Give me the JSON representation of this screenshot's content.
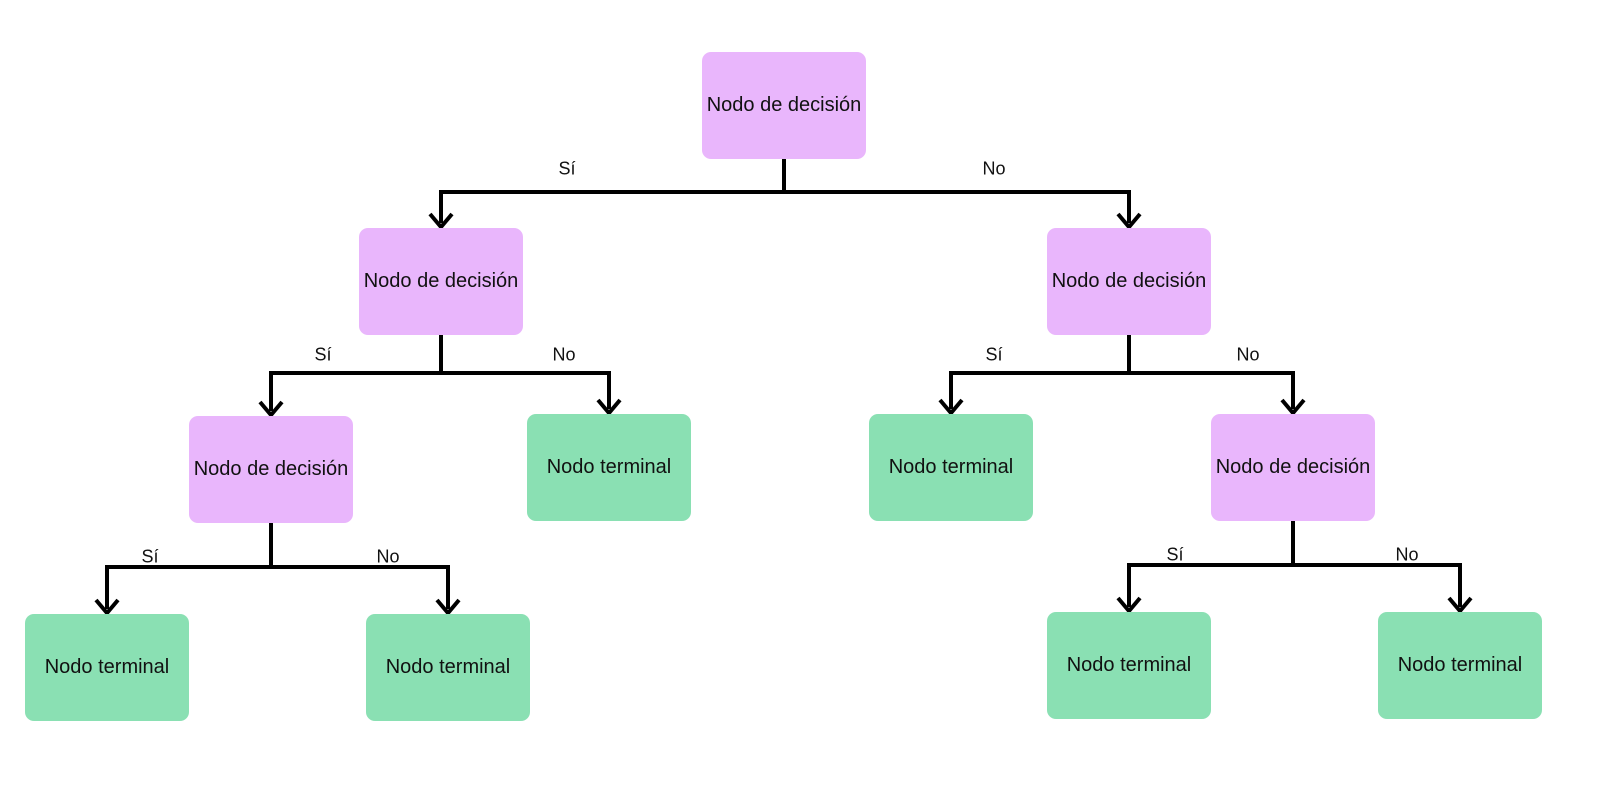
{
  "colors": {
    "decision": "#E9B6FC",
    "terminal": "#8AE0B3",
    "line": "#000000"
  },
  "nodes": {
    "root": {
      "label": "Nodo de decisión",
      "kind": "decision"
    },
    "l": {
      "label": "Nodo de decisión",
      "kind": "decision"
    },
    "r": {
      "label": "Nodo de decisión",
      "kind": "decision"
    },
    "ll": {
      "label": "Nodo de decisión",
      "kind": "decision"
    },
    "lr": {
      "label": "Nodo terminal",
      "kind": "terminal"
    },
    "rl": {
      "label": "Nodo terminal",
      "kind": "terminal"
    },
    "rr": {
      "label": "Nodo de decisión",
      "kind": "decision"
    },
    "lll": {
      "label": "Nodo terminal",
      "kind": "terminal"
    },
    "llr": {
      "label": "Nodo terminal",
      "kind": "terminal"
    },
    "rrl": {
      "label": "Nodo terminal",
      "kind": "terminal"
    },
    "rrr": {
      "label": "Nodo terminal",
      "kind": "terminal"
    }
  },
  "edges": [
    {
      "from": "root",
      "to": "l",
      "label": "Sí"
    },
    {
      "from": "root",
      "to": "r",
      "label": "No"
    },
    {
      "from": "l",
      "to": "ll",
      "label": "Sí"
    },
    {
      "from": "l",
      "to": "lr",
      "label": "No"
    },
    {
      "from": "r",
      "to": "rl",
      "label": "Sí"
    },
    {
      "from": "r",
      "to": "rr",
      "label": "No"
    },
    {
      "from": "ll",
      "to": "lll",
      "label": "Sí"
    },
    {
      "from": "ll",
      "to": "llr",
      "label": "No"
    },
    {
      "from": "rr",
      "to": "rrl",
      "label": "Sí"
    },
    {
      "from": "rr",
      "to": "rrr",
      "label": "No"
    }
  ]
}
